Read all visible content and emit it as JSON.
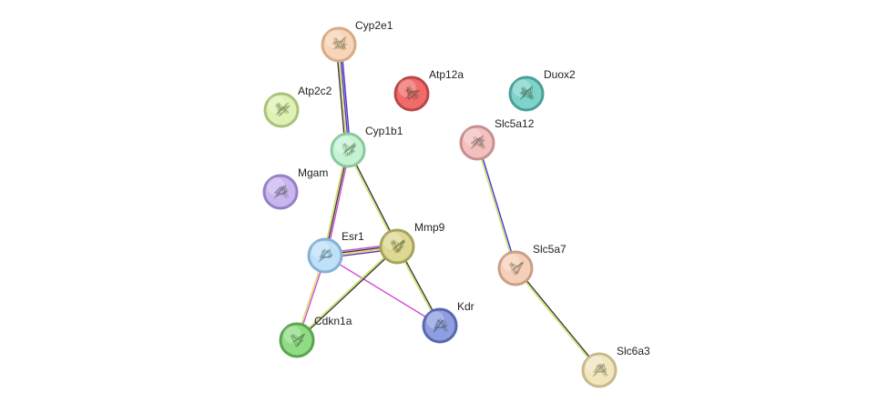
{
  "nodes": [
    {
      "id": "Cyp2e1",
      "label": "Cyp2e1",
      "fill": "#f6d5b8",
      "ring": "#d6ac86",
      "icon": "protein-structure"
    },
    {
      "id": "Atp12a",
      "label": "Atp12a",
      "fill": "#f26b6b",
      "ring": "#b84848",
      "icon": "protein-structure"
    },
    {
      "id": "Duox2",
      "label": "Duox2",
      "fill": "#7fd3c9",
      "ring": "#4a9f98",
      "icon": "protein-structure"
    },
    {
      "id": "Atp2c2",
      "label": "Atp2c2",
      "fill": "#dff2b4",
      "ring": "#a9c27c",
      "icon": "protein-structure"
    },
    {
      "id": "Slc5a12",
      "label": "Slc5a12",
      "fill": "#f3c0c0",
      "ring": "#c79090",
      "icon": "protein-structure"
    },
    {
      "id": "Cyp1b1",
      "label": "Cyp1b1",
      "fill": "#c6f2d4",
      "ring": "#8ac99c",
      "icon": "protein-structure"
    },
    {
      "id": "Mgam",
      "label": "Mgam",
      "fill": "#c9b6ee",
      "ring": "#9580c4",
      "icon": "protein-structure"
    },
    {
      "id": "Mmp9",
      "label": "Mmp9",
      "fill": "#ddd993",
      "ring": "#a7a35c",
      "icon": "protein-structure"
    },
    {
      "id": "Esr1",
      "label": "Esr1",
      "fill": "#bfe0f7",
      "ring": "#84b2d6",
      "icon": "protein-structure"
    },
    {
      "id": "Slc5a7",
      "label": "Slc5a7",
      "fill": "#f6cfb8",
      "ring": "#c99f86",
      "icon": "protein-structure"
    },
    {
      "id": "Kdr",
      "label": "Kdr",
      "fill": "#8e9ee0",
      "ring": "#5868ae",
      "icon": "protein-structure"
    },
    {
      "id": "Cdkn1a",
      "label": "Cdkn1a",
      "fill": "#8fdc84",
      "ring": "#5aa550",
      "icon": "protein-structure"
    },
    {
      "id": "Slc6a3",
      "label": "Slc6a3",
      "fill": "#f2e6bf",
      "ring": "#c7b98c",
      "icon": "protein-structure"
    }
  ],
  "edges": [
    {
      "source": "Cyp2e1",
      "target": "Cyp1b1",
      "colors": [
        "#3a3ad6",
        "#6a2ab8",
        "#cfe05a",
        "#3a3a3a"
      ]
    },
    {
      "source": "Cyp1b1",
      "target": "Esr1",
      "colors": [
        "#d44ad4",
        "#3a3a3a",
        "#cfe05a"
      ]
    },
    {
      "source": "Cyp1b1",
      "target": "Mmp9",
      "colors": [
        "#3a3a3a",
        "#cfe05a"
      ]
    },
    {
      "source": "Esr1",
      "target": "Mmp9",
      "colors": [
        "#d44ad4",
        "#3a3a3a",
        "#cfe05a",
        "#6a2ab8"
      ]
    },
    {
      "source": "Esr1",
      "target": "Kdr",
      "colors": [
        "#d44ad4"
      ]
    },
    {
      "source": "Esr1",
      "target": "Cdkn1a",
      "colors": [
        "#d44ad4",
        "#cfe05a"
      ]
    },
    {
      "source": "Mmp9",
      "target": "Kdr",
      "colors": [
        "#3a3a3a",
        "#cfe05a"
      ]
    },
    {
      "source": "Mmp9",
      "target": "Cdkn1a",
      "colors": [
        "#3a3a3a",
        "#cfe05a"
      ]
    },
    {
      "source": "Slc5a12",
      "target": "Slc5a7",
      "colors": [
        "#3a3ad6",
        "#cfe05a"
      ]
    },
    {
      "source": "Slc5a7",
      "target": "Slc6a3",
      "colors": [
        "#3a3a3a",
        "#cfe05a"
      ]
    }
  ]
}
